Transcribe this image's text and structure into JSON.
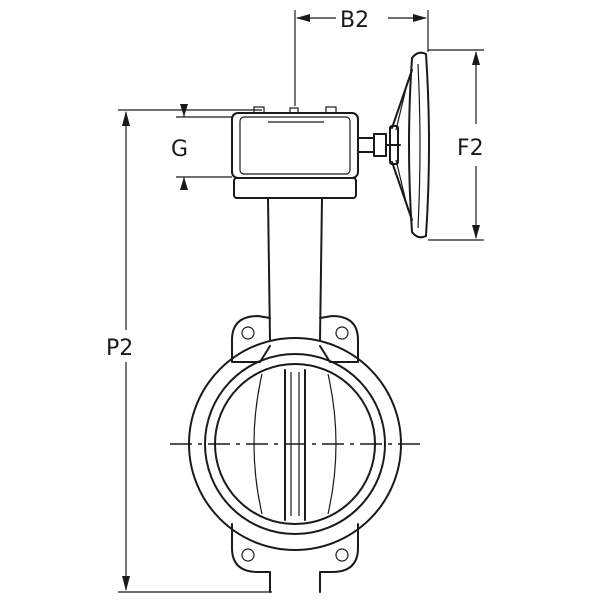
{
  "dimensions": {
    "b2": "B2",
    "f2": "F2",
    "g": "G",
    "p2": "P2"
  }
}
